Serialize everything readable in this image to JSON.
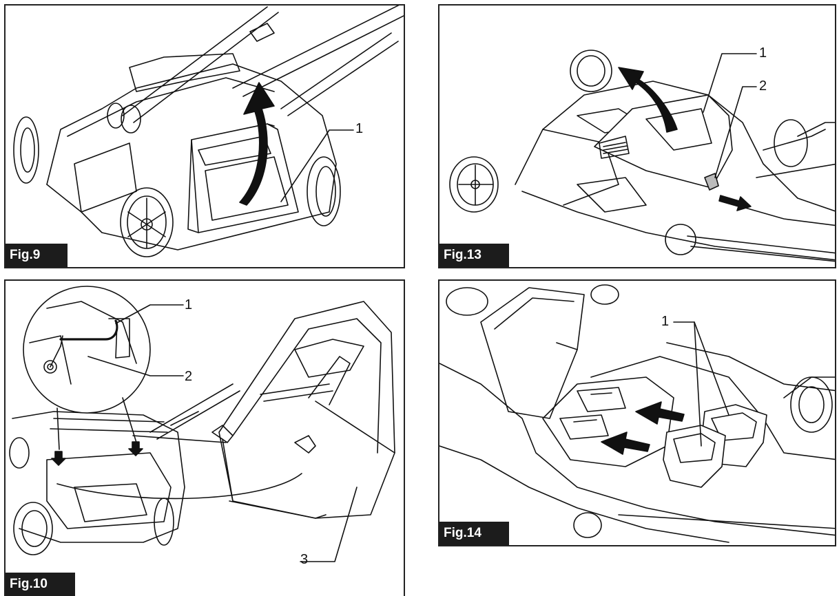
{
  "figures": {
    "fig9": {
      "label": "Fig.9",
      "callouts": [
        "1"
      ]
    },
    "fig13": {
      "label": "Fig.13",
      "callouts": [
        "1",
        "2"
      ]
    },
    "fig10": {
      "label": "Fig.10",
      "callouts": [
        "1",
        "2",
        "3"
      ]
    },
    "fig14": {
      "label": "Fig.14",
      "callouts": [
        "1"
      ]
    }
  },
  "icons": [
    "curved-arrow-icon",
    "slide-arrow-icon",
    "insert-arrow-icon"
  ]
}
